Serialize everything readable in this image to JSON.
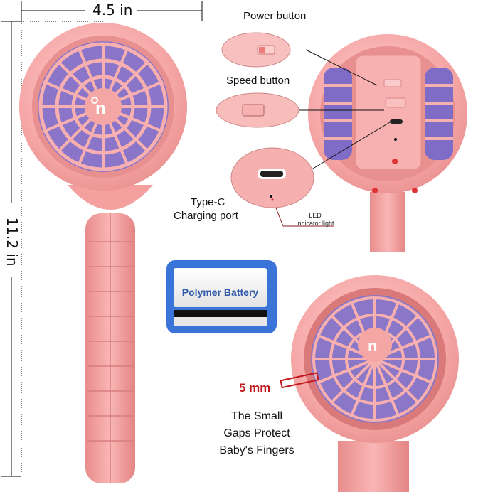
{
  "dimensions": {
    "width_label": "4.5 in",
    "height_label": "11.2 in"
  },
  "callouts": {
    "power": "Power button",
    "speed": "Speed button",
    "typec_line1": "Type-C",
    "typec_line2": "Charging port",
    "led_line1": "LED",
    "led_line2": "indicator light"
  },
  "battery": {
    "label": "Polymer Battery",
    "badge_color": "#3a73d9",
    "text_color": "#2f58a8"
  },
  "safety": {
    "gap_label": "5 mm",
    "gap_color": "#c0181c",
    "line1": "The Small",
    "line2": "Gaps Protect",
    "line3": "Baby's Fingers"
  },
  "colors": {
    "fan_pink": "#f4a3a3",
    "fan_pink_dark": "#e58a8a",
    "blade_purple": "#7d6bc4",
    "accent_red": "#c0181c"
  }
}
